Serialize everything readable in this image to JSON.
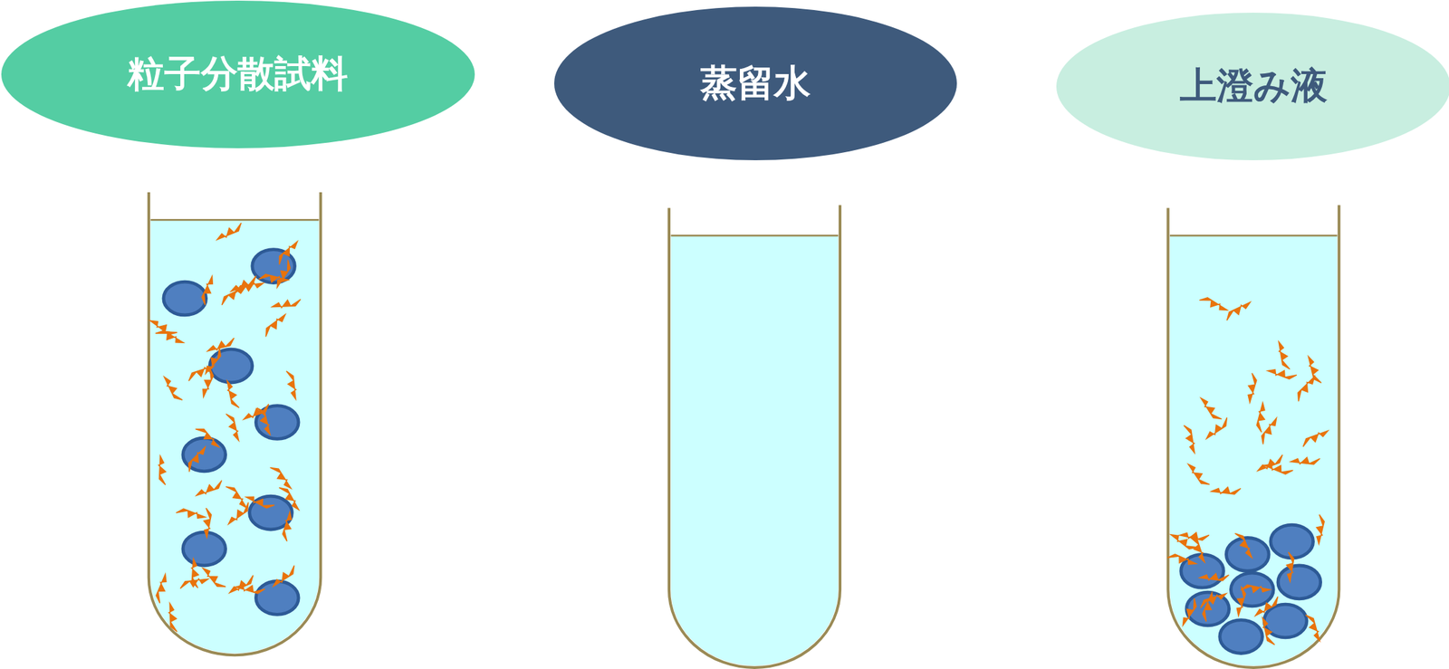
{
  "diagram": {
    "nodes": [
      {
        "text": [
          "粒子分散試料"
        ]
      },
      {
        "text": [
          "蒸留水"
        ]
      },
      {
        "text": [
          "上澄み液"
        ]
      }
    ]
  }
}
